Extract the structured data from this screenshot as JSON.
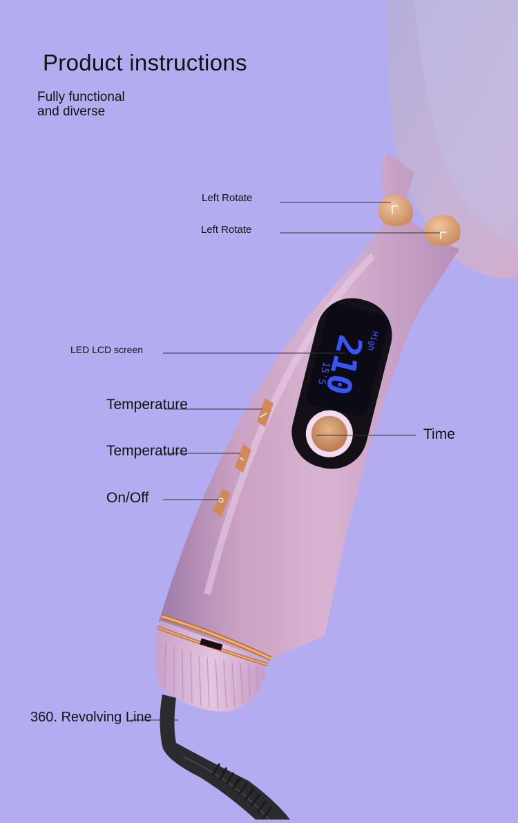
{
  "title": "Product instructions",
  "subtitle_lines": [
    "Fully functional",
    "and diverse"
  ],
  "callouts": {
    "rotate_top": "Left Rotate",
    "rotate_bottom": "Left Rotate",
    "led": "LED LCD screen",
    "temp_up": "Temperature",
    "temp_down": "Temperature",
    "power": "On/Off",
    "time": "Time",
    "cord": "360. Revolving Line"
  },
  "display": {
    "mode": "High",
    "temperature": "210",
    "time": "15'S"
  },
  "colors": {
    "background": "#b3acf0",
    "body": "#c89ec0",
    "accent": "#d08a5a",
    "screen_text": "#3a5bff"
  }
}
